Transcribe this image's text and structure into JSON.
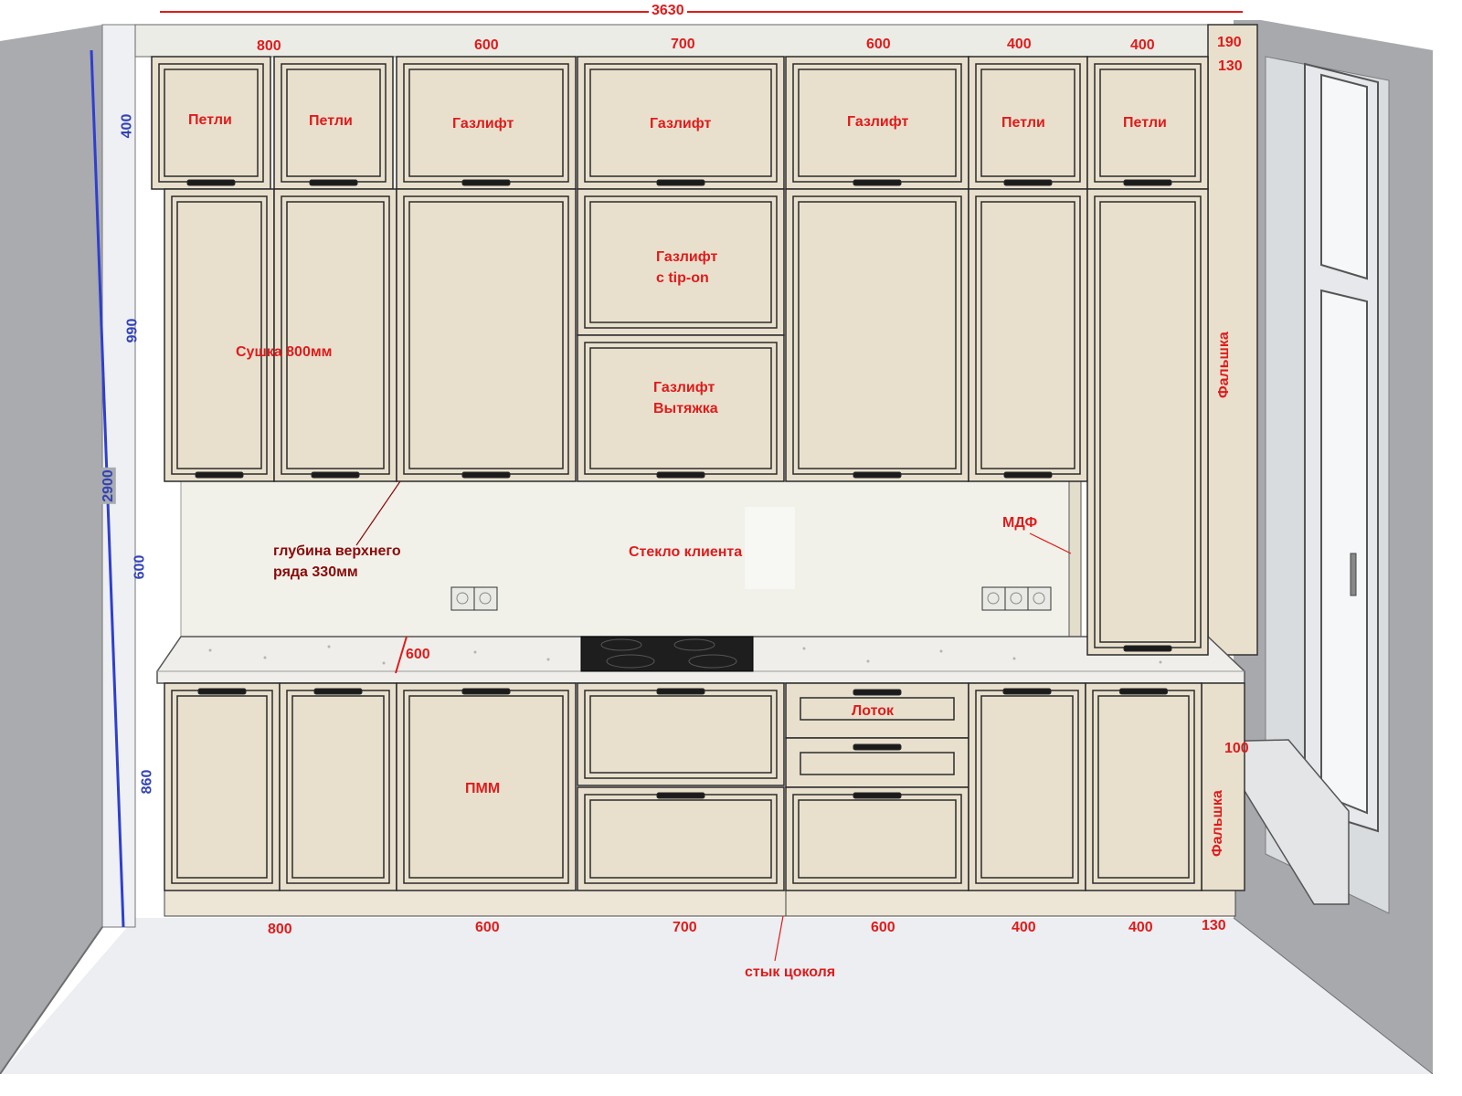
{
  "overall_width": "3630",
  "top_widths": [
    "800",
    "600",
    "700",
    "600",
    "400",
    "400"
  ],
  "cornice_height": "190",
  "top_gap": "130",
  "bottom_widths": [
    "800",
    "600",
    "700",
    "600",
    "400",
    "400"
  ],
  "bottom_right": "130",
  "heights": {
    "total": "2900",
    "upper_row": "400",
    "middle_row": "990",
    "backsplash": "600",
    "base": "860"
  },
  "worktop_depth": "600",
  "sill_width": "100",
  "labels": {
    "hinges_1": "Петли",
    "hinges_2": "Петли",
    "gaslift_1": "Газлифт",
    "gaslift_2": "Газлифт",
    "gaslift_3": "Газлифт",
    "hinges_3": "Петли",
    "hinges_4": "Петли",
    "dryer": "Сушка 800мм",
    "gaslift_tipon": "Газлифт\nс tip-on",
    "gaslift_hood": "Газлифт\nВытяжка",
    "false_panel_top": "Фальшка",
    "false_panel_bottom": "Фальшка",
    "upper_depth": "глубина верхнего\nряда 330мм",
    "client_glass": "Стекло клиента",
    "mdf": "МДФ",
    "dishwasher": "ПММ",
    "tray": "Лоток",
    "plinth_joint": "стык цоколя"
  },
  "colors": {
    "wall": "#a9abae",
    "floor": "#eceef1",
    "facade": "#e8e0cd",
    "frame_line": "#2a2a2a",
    "label_red": "#e01b1b",
    "dim_blue": "#3343b5"
  }
}
